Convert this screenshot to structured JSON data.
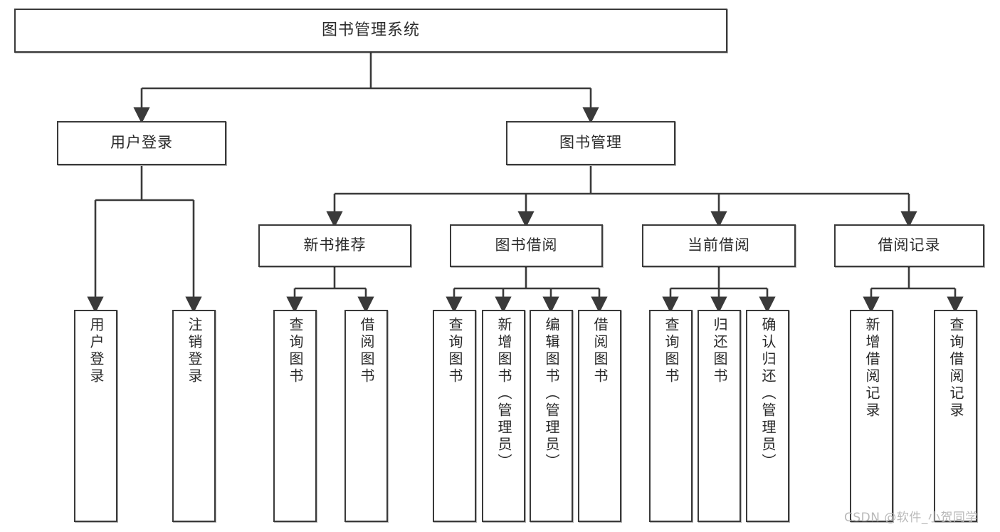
{
  "diagram": {
    "title": "图书管理系统",
    "type": "tree-hierarchy-diagram",
    "watermark": "CSDN @软件_小贺同学",
    "colors": {
      "border": "#3a3a3a",
      "background": "#ffffff",
      "text": "#2b2b2b",
      "edge": "#3a3a3a",
      "watermark": "#b9b9b9"
    },
    "nodes": {
      "root": {
        "label": "图书管理系统"
      },
      "level2": [
        {
          "id": "user-login",
          "label": "用户登录"
        },
        {
          "id": "book-manage",
          "label": "图书管理"
        }
      ],
      "level3": [
        {
          "id": "new-book-rec",
          "label": "新书推荐"
        },
        {
          "id": "book-borrow",
          "label": "图书借阅"
        },
        {
          "id": "current-borrow",
          "label": "当前借阅"
        },
        {
          "id": "borrow-record",
          "label": "借阅记录"
        }
      ],
      "leaves": {
        "user-login": [
          {
            "id": "leaf-user-login",
            "label": "用户登录"
          },
          {
            "id": "leaf-user-logout",
            "label": "注销登录"
          }
        ],
        "new-book-rec": [
          {
            "id": "leaf-query-book-1",
            "label": "查询图书"
          },
          {
            "id": "leaf-borrow-book-1",
            "label": "借阅图书"
          }
        ],
        "book-borrow": [
          {
            "id": "leaf-query-book-2",
            "label": "查询图书"
          },
          {
            "id": "leaf-add-book",
            "label": "新增图书（管理员）"
          },
          {
            "id": "leaf-edit-book",
            "label": "编辑图书（管理员）"
          },
          {
            "id": "leaf-borrow-book-2",
            "label": "借阅图书"
          }
        ],
        "current-borrow": [
          {
            "id": "leaf-query-book-3",
            "label": "查询图书"
          },
          {
            "id": "leaf-return-book",
            "label": "归还图书"
          },
          {
            "id": "leaf-confirm-return",
            "label": "确认归还（管理员）"
          }
        ],
        "borrow-record": [
          {
            "id": "leaf-add-record",
            "label": "新增借阅记录"
          },
          {
            "id": "leaf-query-record",
            "label": "查询借阅记录"
          }
        ]
      }
    }
  }
}
